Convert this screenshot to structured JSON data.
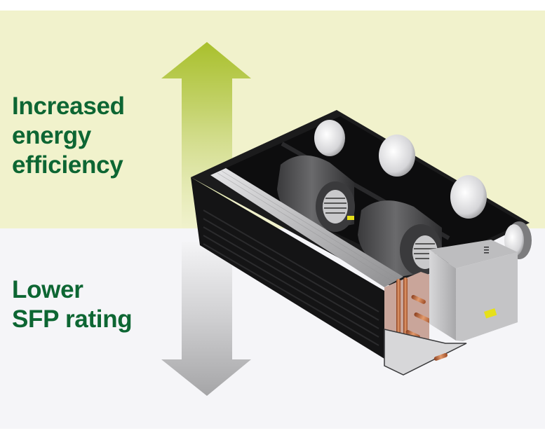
{
  "headline_top": {
    "lines": [
      "Increased",
      "energy",
      "efficiency"
    ]
  },
  "headline_bottom": {
    "lines": [
      "Lower",
      "SFP rating"
    ]
  },
  "arrows": {
    "up": {
      "icon": "arrow-up-icon",
      "color_top": "#a9c02c",
      "color_bottom": "#eef0c8"
    },
    "down": {
      "icon": "arrow-down-icon",
      "color_top": "#f3f3f5",
      "color_bottom": "#a9a9ab"
    }
  },
  "colors": {
    "headline": "#0d6633",
    "band_top": "#f1f2cc",
    "band_bottom": "#f5f5f8"
  },
  "product_image": {
    "subject": "ducted fan coil unit with two centrifugal fans, heat exchanger coil and electrical box"
  }
}
